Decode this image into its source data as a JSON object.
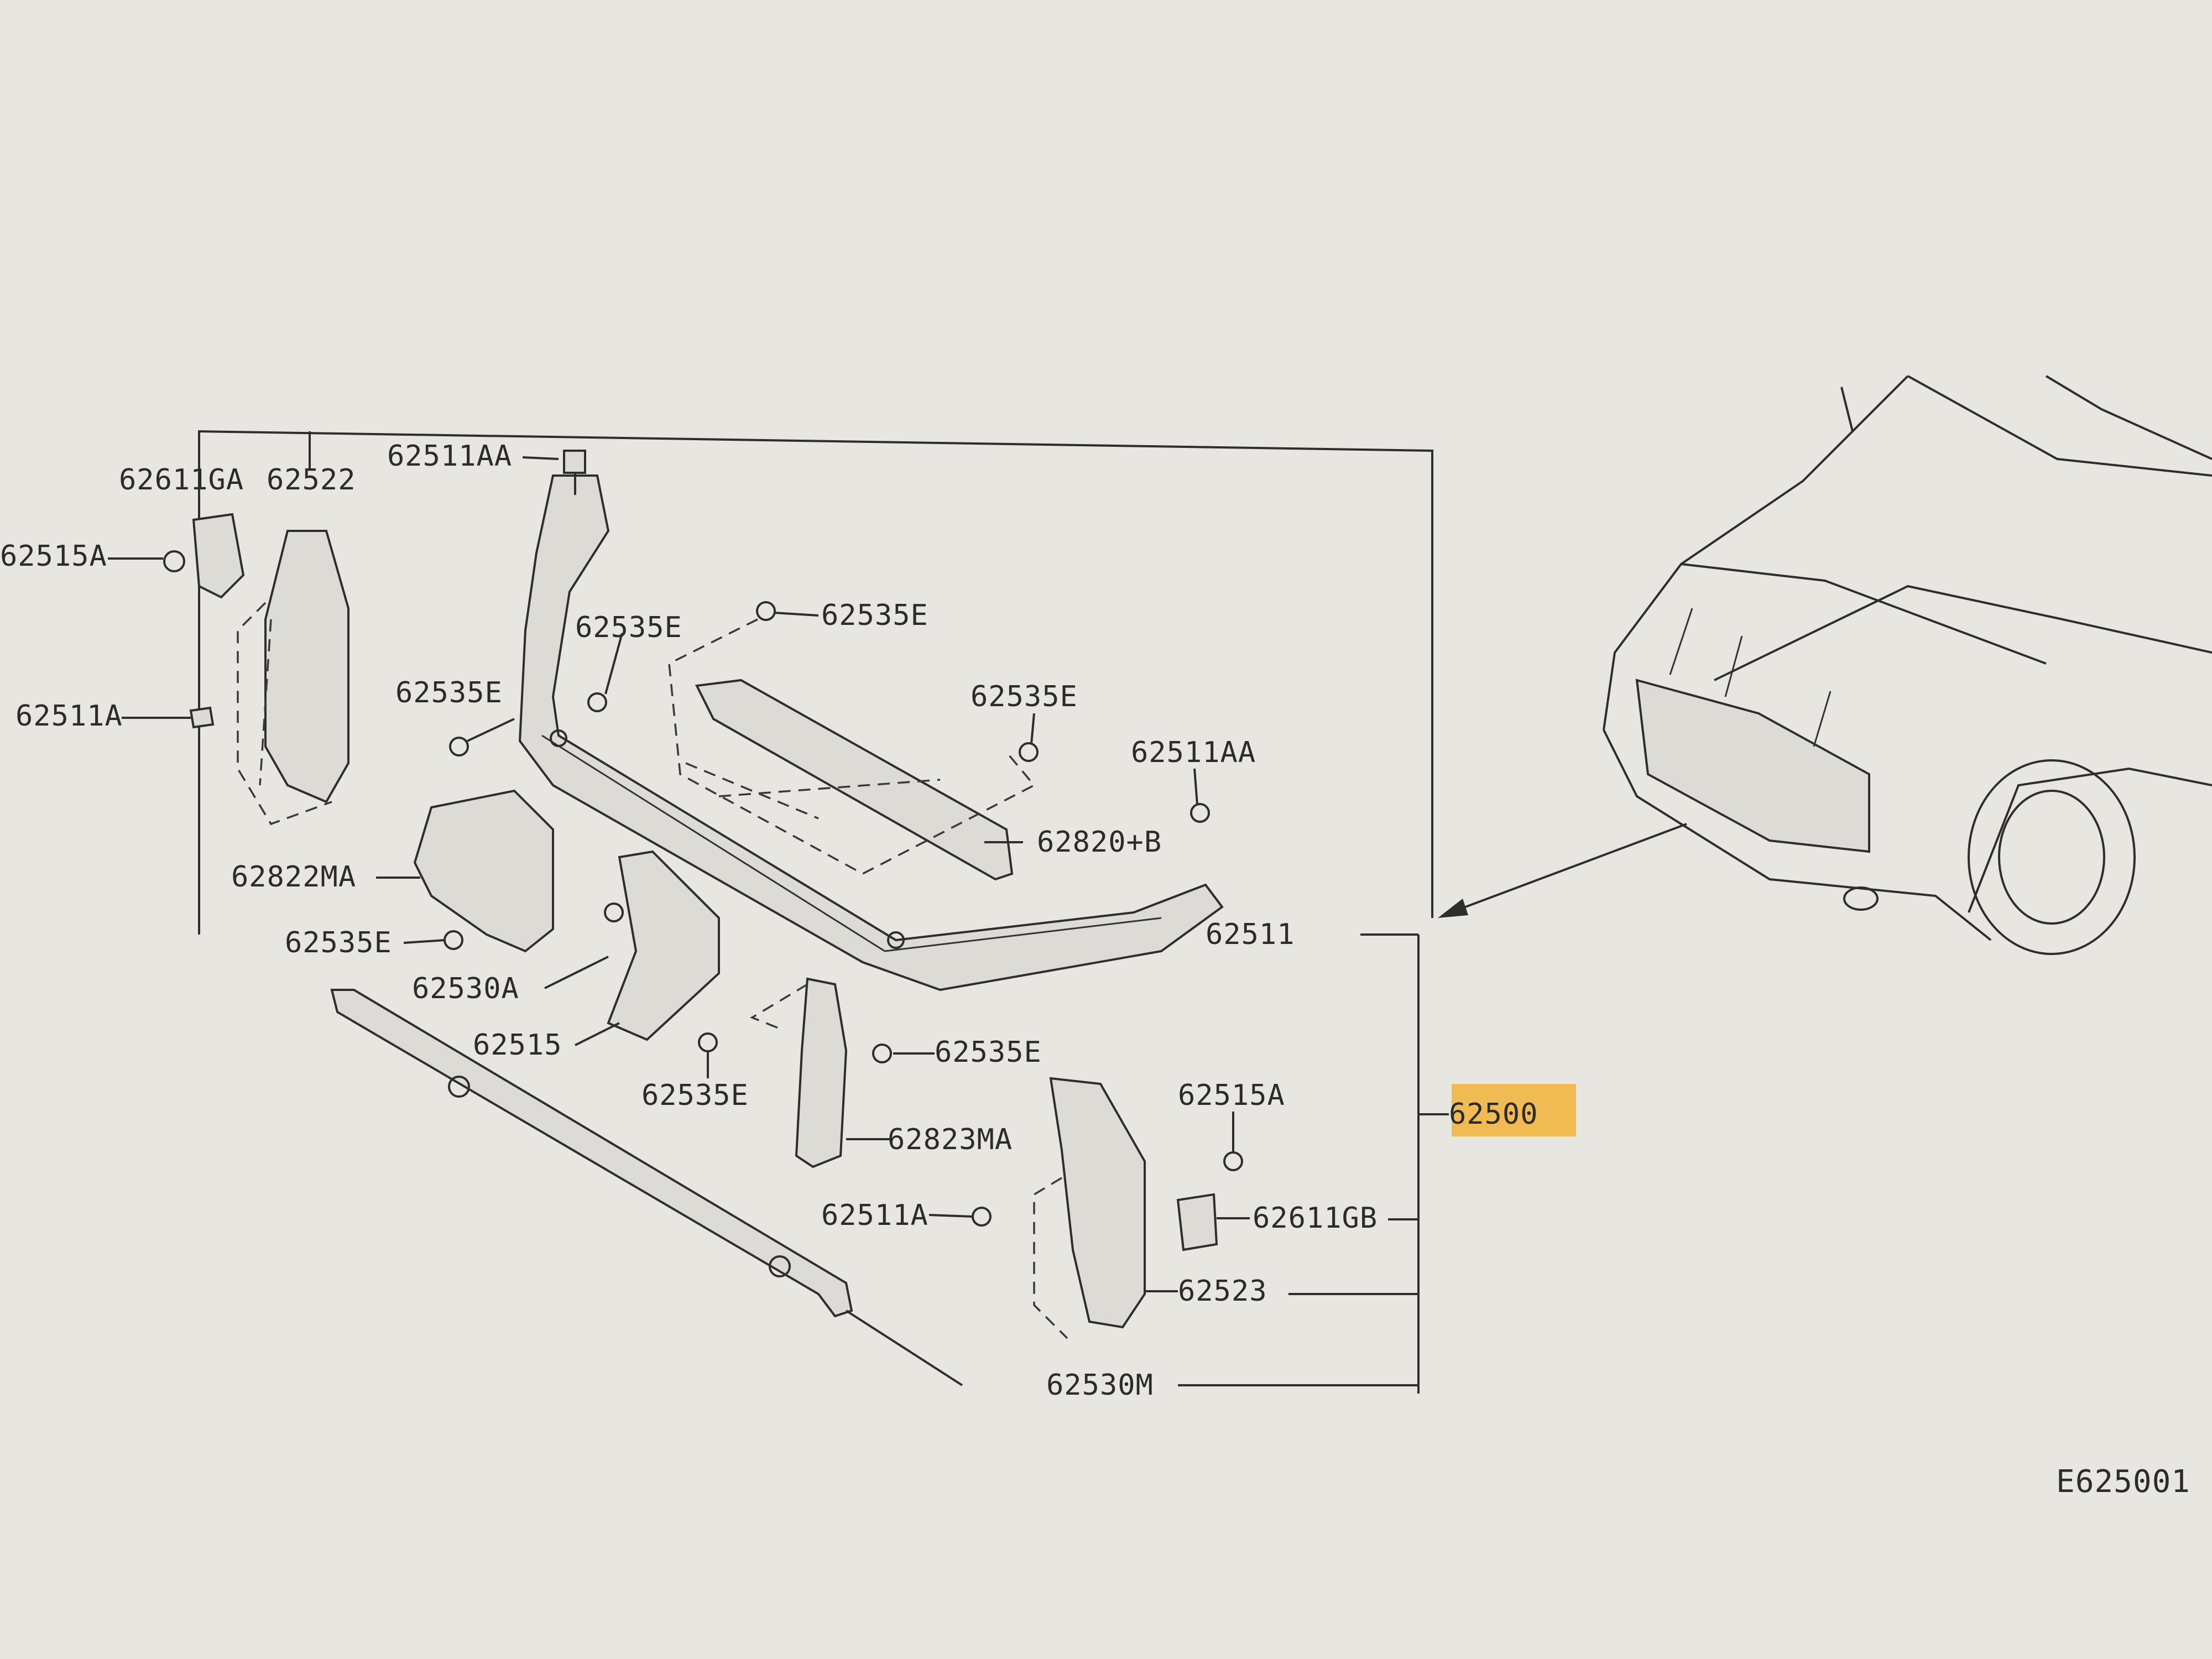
{
  "diagram": {
    "code": "E625001",
    "assembly_label": "62500",
    "assembly_highlight_color": "#f2b33a",
    "parts": [
      {
        "key": "p62611GA",
        "text": "62611GA"
      },
      {
        "key": "p62522",
        "text": "62522"
      },
      {
        "key": "p62515A_left",
        "text": "62515A"
      },
      {
        "key": "p62511A_left",
        "text": "62511A"
      },
      {
        "key": "p62511AA_top",
        "text": "62511AA"
      },
      {
        "key": "p62535E_1",
        "text": "62535E"
      },
      {
        "key": "p62535E_2",
        "text": "62535E"
      },
      {
        "key": "p62535E_3",
        "text": "62535E"
      },
      {
        "key": "p62535E_4",
        "text": "62535E"
      },
      {
        "key": "p62511AA_right",
        "text": "62511AA"
      },
      {
        "key": "p62820B",
        "text": "62820+B"
      },
      {
        "key": "p62822MA",
        "text": "62822MA"
      },
      {
        "key": "p62535E_5",
        "text": "62535E"
      },
      {
        "key": "p62511",
        "text": "62511"
      },
      {
        "key": "p62530A",
        "text": "62530A"
      },
      {
        "key": "p62515",
        "text": "62515"
      },
      {
        "key": "p62535E_6",
        "text": "62535E"
      },
      {
        "key": "p62535E_7",
        "text": "62535E"
      },
      {
        "key": "p62823MA",
        "text": "62823MA"
      },
      {
        "key": "p62515A_right",
        "text": "62515A"
      },
      {
        "key": "p62511A_right",
        "text": "62511A"
      },
      {
        "key": "p62611GB",
        "text": "62611GB"
      },
      {
        "key": "p62523",
        "text": "62523"
      },
      {
        "key": "p62530M",
        "text": "62530M"
      }
    ]
  }
}
